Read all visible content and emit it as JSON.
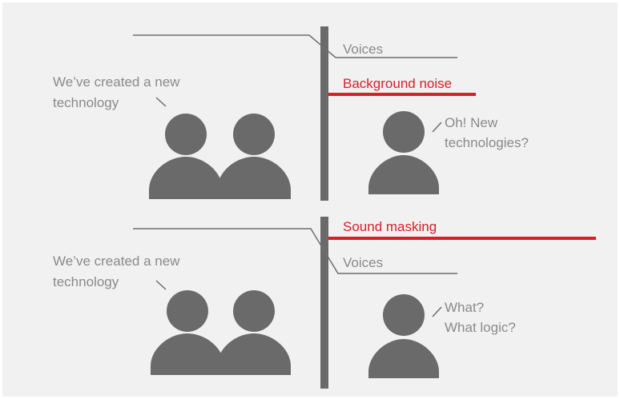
{
  "colors": {
    "background": "#f1f1f1",
    "figure": "#6a6a6a",
    "text": "#8a8a8a",
    "line": "#6e6e6e",
    "accent": "#d6202a"
  },
  "top_panel": {
    "speaker_line1": "We’ve created a new",
    "speaker_line2": "technology",
    "voices_label": "Voices",
    "noise_label": "Background noise",
    "listener_line1": "Oh! New",
    "listener_line2": "technologies?"
  },
  "bottom_panel": {
    "speaker_line1": "We’ve created a new",
    "speaker_line2": "technology",
    "masking_label": "Sound masking",
    "voices_label": "Voices",
    "listener_line1": "What?",
    "listener_line2": "What logic?"
  }
}
